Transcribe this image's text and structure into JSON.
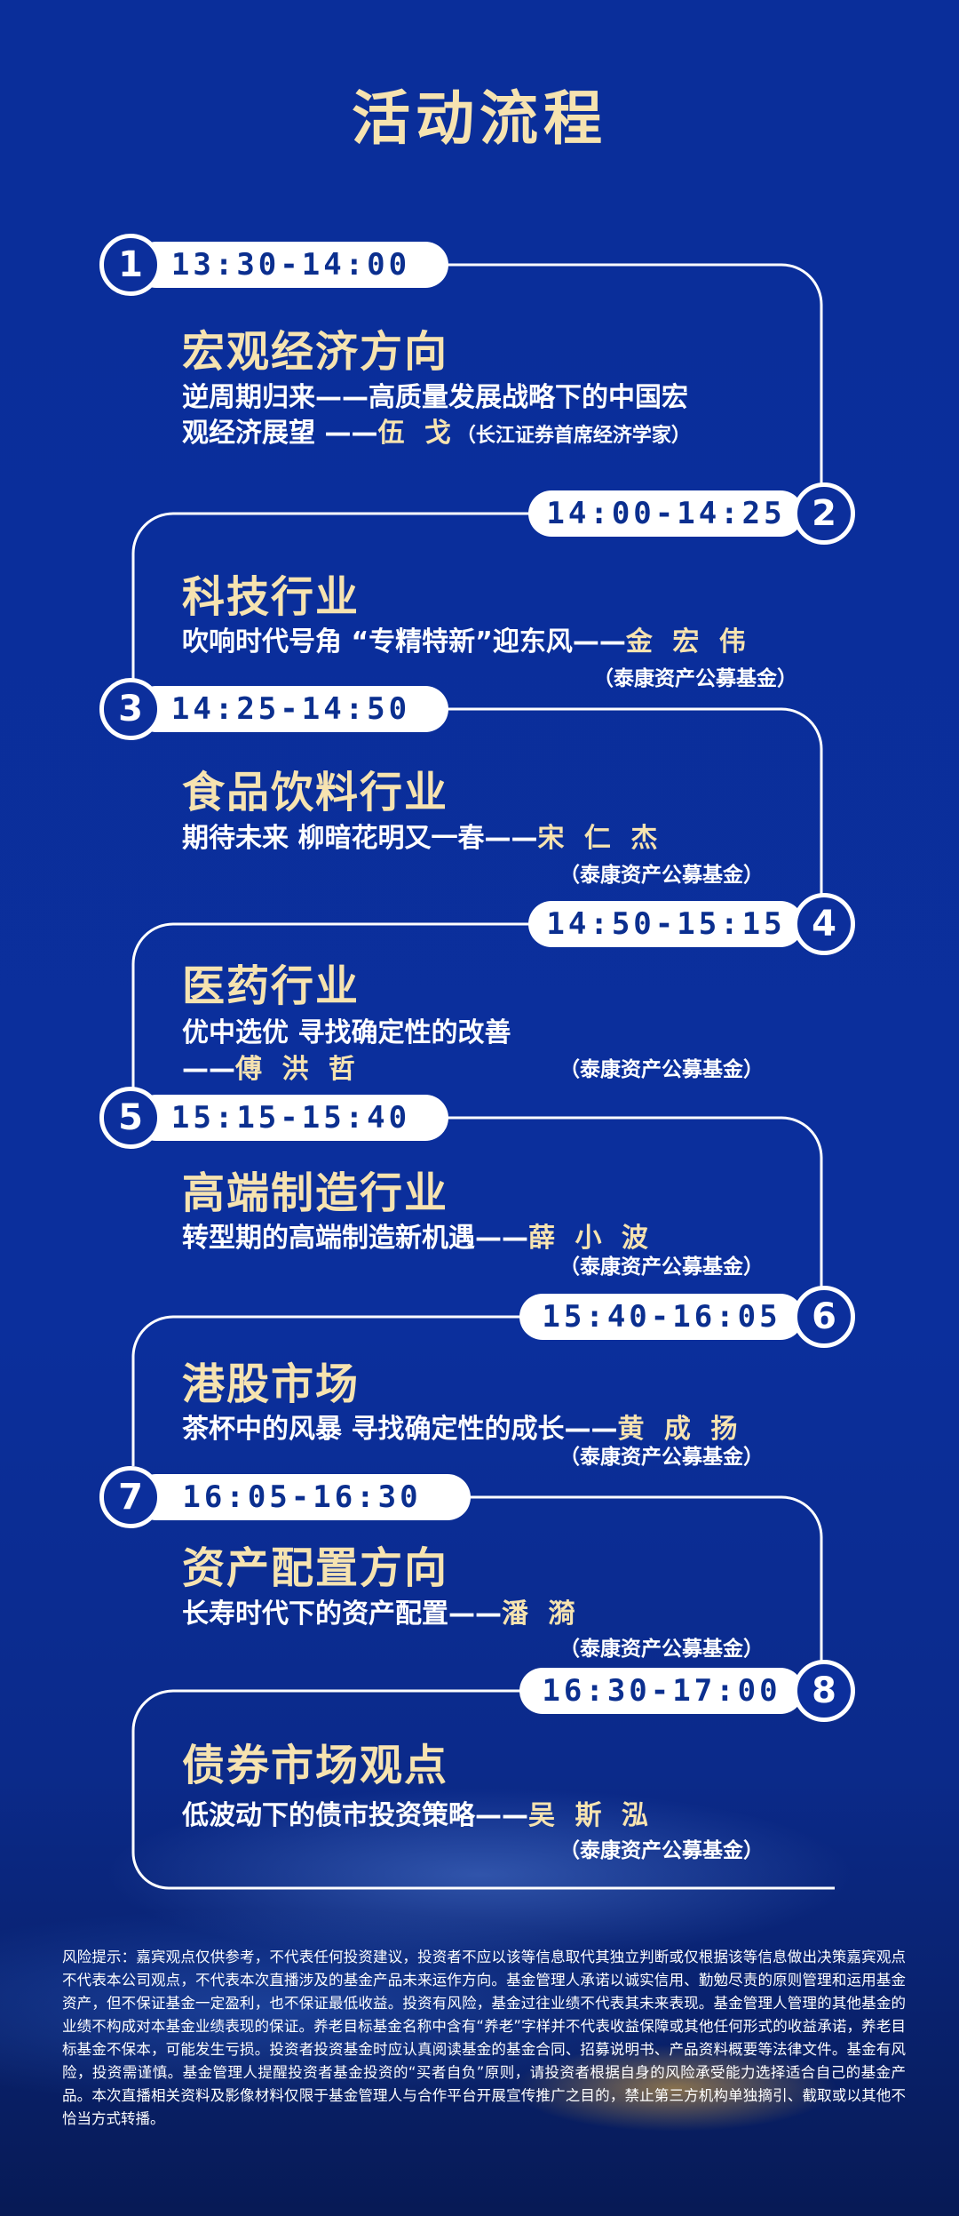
{
  "title": "活动流程",
  "agenda": [
    {
      "num": "1",
      "time": "13:30-14:00",
      "heading": "宏观经济方向",
      "line1": "逆周期归来——高质量发展战略下的中国宏",
      "line2_pre": "观经济展望 ——",
      "speaker": "伍 戈",
      "org": "（长江证券首席经济学家）"
    },
    {
      "num": "2",
      "time": "14:00-14:25",
      "heading": "科技行业",
      "line1_pre": "吹响时代号角 “专精特新”迎东风——",
      "speaker": "金 宏 伟",
      "org": "（泰康资产公募基金）"
    },
    {
      "num": "3",
      "time": "14:25-14:50",
      "heading": "食品饮料行业",
      "line1_pre": "期待未来  柳暗花明又一春——",
      "speaker": "宋 仁 杰",
      "org": "（泰康资产公募基金）"
    },
    {
      "num": "4",
      "time": "14:50-15:15",
      "heading": "医药行业",
      "line1": "优中选优 寻找确定性的改善",
      "line2_pre": "——",
      "speaker": "傅 洪 哲",
      "org": "（泰康资产公募基金）"
    },
    {
      "num": "5",
      "time": "15:15-15:40",
      "heading": "高端制造行业",
      "line1_pre": "转型期的高端制造新机遇——",
      "speaker": "薛 小 波",
      "org": "（泰康资产公募基金）"
    },
    {
      "num": "6",
      "time": "15:40-16:05",
      "heading": "港股市场",
      "line1_pre": "茶杯中的风暴  寻找确定性的成长——",
      "speaker": "黄 成 扬",
      "org": "（泰康资产公募基金）"
    },
    {
      "num": "7",
      "time": "16:05-16:30",
      "heading": "资产配置方向",
      "line1_pre": "长寿时代下的资产配置——",
      "speaker": "潘 漪",
      "org": "（泰康资产公募基金）"
    },
    {
      "num": "8",
      "time": "16:30-17:00",
      "heading": "债券市场观点",
      "line1_pre": "低波动下的债市投资策略——",
      "speaker": "吴 斯 泓",
      "org": "（泰康资产公募基金）"
    }
  ],
  "risk_notice": "风险提示：嘉宾观点仅供参考，不代表任何投资建议，投资者不应以该等信息取代其独立判断或仅根据该等信息做出决策嘉宾观点不代表本公司观点，不代表本次直播涉及的基金产品未来运作方向。基金管理人承诺以诚实信用、勤勉尽责的原则管理和运用基金资产，但不保证基金一定盈利，也不保证最低收益。投资有风险，基金过往业绩不代表其未来表现。基金管理人管理的其他基金的业绩不构成对本基金业绩表现的保证。养老目标基金名称中含有“养老”字样并不代表收益保障或其他任何形式的收益承诺，养老目标基金不保本，可能发生亏损。投资者投资基金时应认真阅读基金的基金合同、招募说明书、产品资料概要等法律文件。基金有风险，投资需谨慎。基金管理人提醒投资者基金投资的“买者自负”原则，请投资者根据自身的风险承受能力选择适合自己的基金产品。本次直播相关资料及影像材料仅限于基金管理人与合作平台开展宣传推广之目的，禁止第三方机构单独摘引、截取或以其他不恰当方式转播。"
}
